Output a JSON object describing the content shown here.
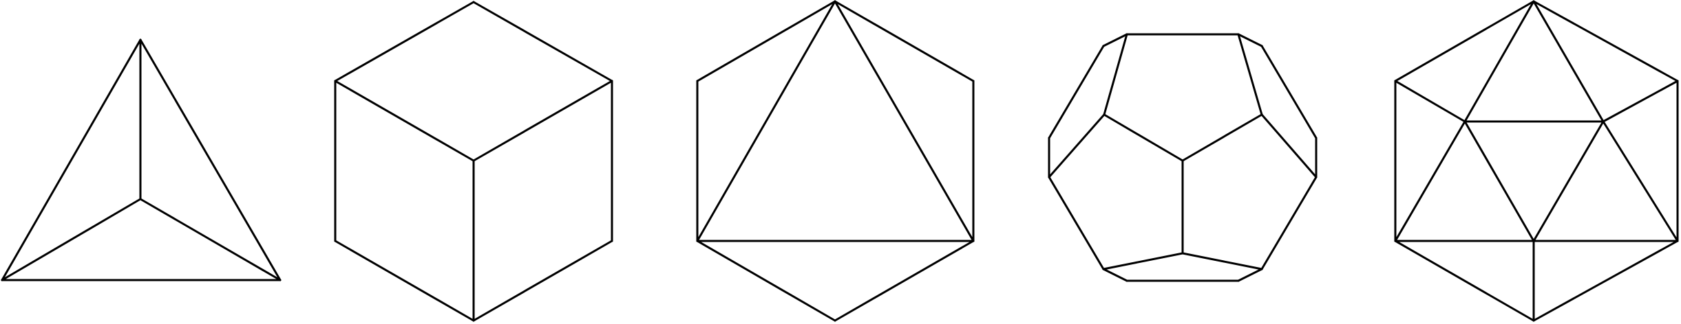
{
  "diagram": {
    "solids": [
      {
        "id": "tetrahedron"
      },
      {
        "id": "cube"
      },
      {
        "id": "octahedron"
      },
      {
        "id": "dodecahedron"
      },
      {
        "id": "icosahedron"
      }
    ]
  },
  "style": {
    "stroke_color": "#000000",
    "background": "#ffffff"
  }
}
